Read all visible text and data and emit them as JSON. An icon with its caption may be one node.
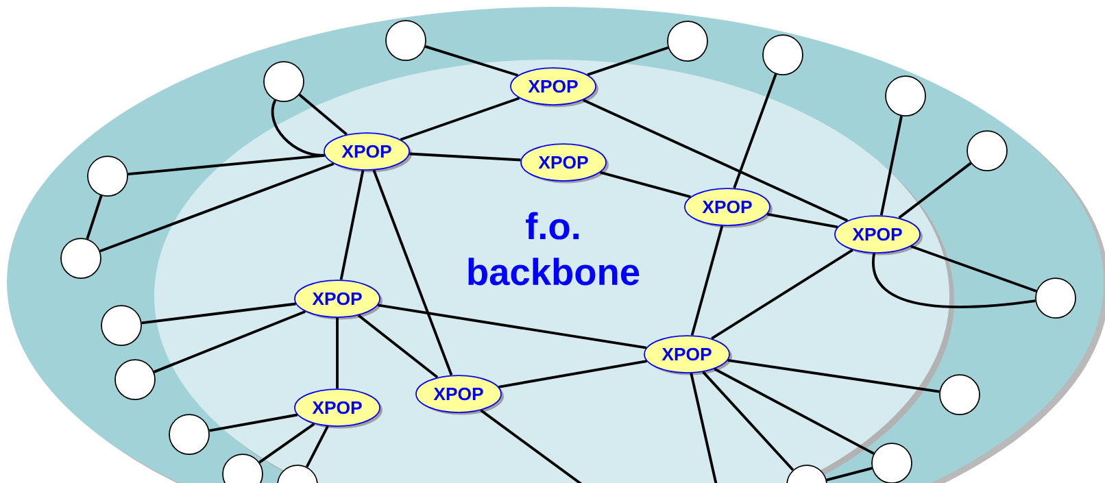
{
  "diagram": {
    "nodes": [
      {
        "text": [],
        "shape": "ellipse"
      },
      {
        "text": [
          "f.o. backbone"
        ],
        "in": 0
      },
      {
        "text": [
          "XPOP"
        ],
        "in": 1
      },
      {
        "text": [
          "XPOP"
        ],
        "in": 1
      },
      {
        "text": [
          "XPOP"
        ],
        "in": 1
      },
      {
        "text": [
          "XPOP"
        ],
        "in": 1
      },
      {
        "text": [
          "XPOP"
        ],
        "in": 1
      },
      {
        "text": [
          "XPOP"
        ],
        "in": 1
      },
      {
        "text": [
          "XPOP"
        ],
        "in": 1
      },
      {
        "text": [
          "XPOP"
        ],
        "in": 1
      },
      {
        "text": [
          "XPOP"
        ],
        "in": 1
      },
      {
        "text": [],
        "shape": "circle",
        "in": 0
      },
      {
        "text": [],
        "shape": "circle",
        "in": 0
      },
      {
        "text": [],
        "shape": "circle",
        "in": 0
      },
      {
        "text": [],
        "shape": "circle",
        "in": 0
      },
      {
        "text": [],
        "shape": "circle",
        "in": 0
      },
      {
        "text": [],
        "shape": "circle",
        "in": 0
      },
      {
        "text": [],
        "shape": "circle",
        "in": 0
      },
      {
        "text": [],
        "shape": "circle",
        "in": 0
      },
      {
        "text": [],
        "shape": "circle",
        "in": 0
      },
      {
        "text": [],
        "shape": "circle",
        "in": 0
      },
      {
        "text": [],
        "shape": "circle",
        "in": 0
      },
      {
        "text": [],
        "shape": "circle",
        "in": 0
      },
      {
        "text": [],
        "shape": "circle",
        "in": 0
      },
      {
        "text": [],
        "shape": "circle",
        "in": 0
      },
      {
        "text": [],
        "shape": "circle",
        "in": 0
      },
      {
        "text": [],
        "shape": "circle",
        "in": 0
      },
      {
        "text": [],
        "shape": "circle",
        "in": 0
      }
    ],
    "edges": [
      {
        "from": 11,
        "to": 2,
        "arrow": "none"
      },
      {
        "from": 12,
        "to": 2,
        "arrow": "none"
      },
      {
        "from": 2,
        "to": 6,
        "arrow": "none"
      },
      {
        "from": 2,
        "to": 3,
        "arrow": "none"
      },
      {
        "from": 14,
        "to": 3,
        "arrow": "none"
      },
      {
        "from": 14,
        "to": 3,
        "arrow": "none"
      },
      {
        "from": 17,
        "to": 3,
        "arrow": "none"
      },
      {
        "from": 17,
        "to": 18,
        "arrow": "none"
      },
      {
        "from": 18,
        "to": 3,
        "arrow": "none"
      },
      {
        "from": 3,
        "to": 4,
        "arrow": "none"
      },
      {
        "from": 3,
        "to": 7,
        "arrow": "none"
      },
      {
        "from": 3,
        "to": 9,
        "arrow": "none"
      },
      {
        "from": 4,
        "to": 5,
        "arrow": "none"
      },
      {
        "from": 13,
        "to": 5,
        "arrow": "none"
      },
      {
        "from": 5,
        "to": 6,
        "arrow": "none"
      },
      {
        "from": 5,
        "to": 8,
        "arrow": "none"
      },
      {
        "from": 15,
        "to": 6,
        "arrow": "none"
      },
      {
        "from": 16,
        "to": 6,
        "arrow": "none"
      },
      {
        "from": 6,
        "to": 19,
        "arrow": "none"
      },
      {
        "from": 6,
        "to": 19,
        "arrow": "none"
      },
      {
        "from": 6,
        "to": 8,
        "arrow": "none"
      },
      {
        "from": 20,
        "to": 7,
        "arrow": "none"
      },
      {
        "from": 21,
        "to": 7,
        "arrow": "none"
      },
      {
        "from": 7,
        "to": 8,
        "arrow": "none"
      },
      {
        "from": 7,
        "to": 9,
        "arrow": "none"
      },
      {
        "from": 7,
        "to": 10,
        "arrow": "none"
      },
      {
        "from": 8,
        "to": 9,
        "arrow": "none"
      },
      {
        "from": 8,
        "to": 22,
        "arrow": "none"
      },
      {
        "from": 8,
        "to": 24,
        "arrow": "none"
      },
      {
        "from": 8,
        "to": 27,
        "arrow": "none"
      },
      {
        "from": 8,
        "to": null,
        "arrow": "none"
      },
      {
        "from": 9,
        "to": null,
        "arrow": "none"
      },
      {
        "from": 23,
        "to": 10,
        "arrow": "none"
      },
      {
        "from": 25,
        "to": 10,
        "arrow": "none"
      },
      {
        "from": 10,
        "to": 26,
        "arrow": "none"
      },
      {
        "from": 24,
        "to": 27,
        "arrow": "none"
      }
    ]
  }
}
